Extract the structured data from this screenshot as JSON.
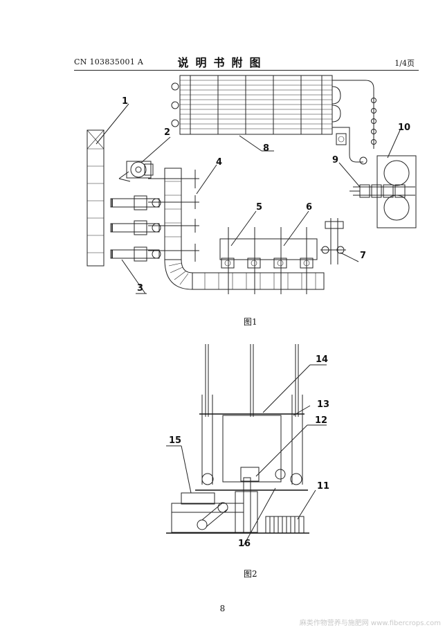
{
  "header": {
    "doc_number": "CN 103835001 A",
    "title": "说明书附图",
    "page_of": "1/4页"
  },
  "figures": [
    {
      "caption": "图1",
      "labels": [
        "1",
        "2",
        "3",
        "4",
        "5",
        "6",
        "7",
        "8",
        "9",
        "10"
      ]
    },
    {
      "caption": "图2",
      "labels": [
        "11",
        "12",
        "13",
        "14",
        "15",
        "16"
      ]
    }
  ],
  "footer": {
    "page_number": "8",
    "watermark": "麻类作物营养与施肥网 www.fibercrops.com"
  }
}
